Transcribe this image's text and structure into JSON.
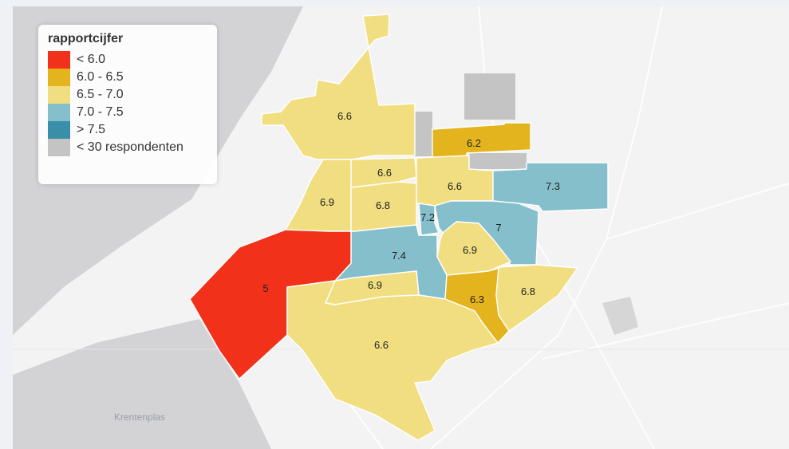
{
  "legend": {
    "title": "rapportcijfer",
    "items": [
      {
        "label": "< 6.0",
        "color": "#f2311a"
      },
      {
        "label": "6.0 - 6.5",
        "color": "#e3b41e"
      },
      {
        "label": "6.5 - 7.0",
        "color": "#f1de80"
      },
      {
        "label": "7.0 - 7.5",
        "color": "#86bfcc"
      },
      {
        "label": "> 7.5",
        "color": "#3a8fa8"
      },
      {
        "label": "< 30 respondenten",
        "color": "#c4c4c4"
      }
    ]
  },
  "map": {
    "place_label": "Krentenplas",
    "district_values": [
      "6.6",
      "6.2",
      "6.6",
      "6.6",
      "7.3",
      "6.9",
      "6.8",
      "7.2",
      "7",
      "6.9",
      "7.4",
      "6.9",
      "5",
      "6.3",
      "6.8",
      "6.6"
    ]
  }
}
